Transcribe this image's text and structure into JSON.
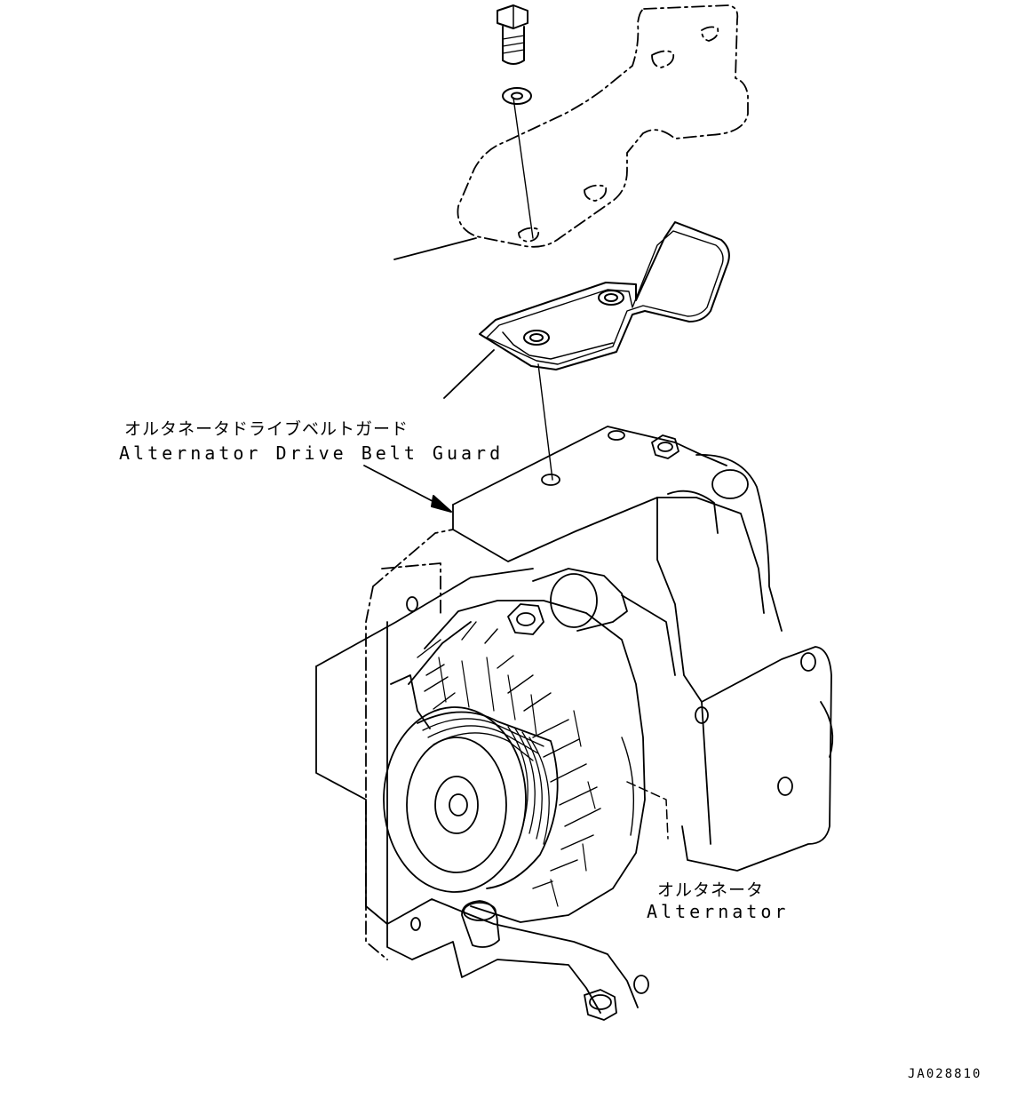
{
  "labels": {
    "belt_guard_jp": "オルタネータドライブベルトガード",
    "belt_guard_en": "Alternator Drive Belt Guard",
    "alternator_jp": "オルタネータ",
    "alternator_en": "Alternator"
  },
  "drawing_code": "JA028810",
  "colors": {
    "line": "#000000",
    "background": "#ffffff"
  }
}
